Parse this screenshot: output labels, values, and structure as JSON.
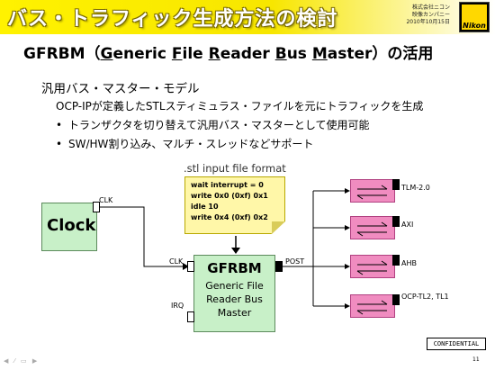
{
  "header": {
    "title": "バス・トラフィック生成方法の検討",
    "company": "株式会社ニコン",
    "department": "映像カンパニー",
    "date": "2010年10月15日",
    "logo_text": "Nikon"
  },
  "slide": {
    "title_prefix": "GFRBM（",
    "title_parts": [
      {
        "text": "G",
        "u": true
      },
      {
        "text": "eneric ",
        "u": false
      },
      {
        "text": "F",
        "u": true
      },
      {
        "text": "ile ",
        "u": false
      },
      {
        "text": "R",
        "u": true
      },
      {
        "text": "eader ",
        "u": false
      },
      {
        "text": "B",
        "u": true
      },
      {
        "text": "us ",
        "u": false
      },
      {
        "text": "M",
        "u": true
      },
      {
        "text": "aster",
        "u": false
      }
    ],
    "title_suffix": "）の活用",
    "bullet_main": "汎用バス・マスター・モデル",
    "bullet_desc": "OCP-IPが定義したSTLスティミュラス・ファイルを元にトラフィックを生成",
    "bullets": [
      "トランザクタを切り替えて汎用バス・マスターとして使用可能",
      "SW/HW割り込み、マルチ・スレッドなどサポート"
    ],
    "bullet_symbol": "•"
  },
  "diagram": {
    "format_title": ".stl input file format",
    "code_lines": [
      "wait interrupt = 0",
      "write 0x0 (0xf) 0x1",
      "idle 10",
      "write 0x4 (0xf) 0x2"
    ],
    "clock_label": "Clock",
    "clock_port": "CLK",
    "gfrbm_clk": "CLK",
    "gfrbm_irq": "IRQ",
    "gfrbm_post": "POST",
    "gfrbm_title": "GFRBM",
    "gfrbm_sub": [
      "Generic File",
      "Reader Bus",
      "Master"
    ],
    "buses": [
      "TLM-2.0",
      "AXI",
      "AHB",
      "OCP-TL2, TL1"
    ]
  },
  "footer": {
    "confidential": "CONFIDENTIAL",
    "page_number": "11",
    "nav": "◀ ⁄ ▭ ▶"
  }
}
